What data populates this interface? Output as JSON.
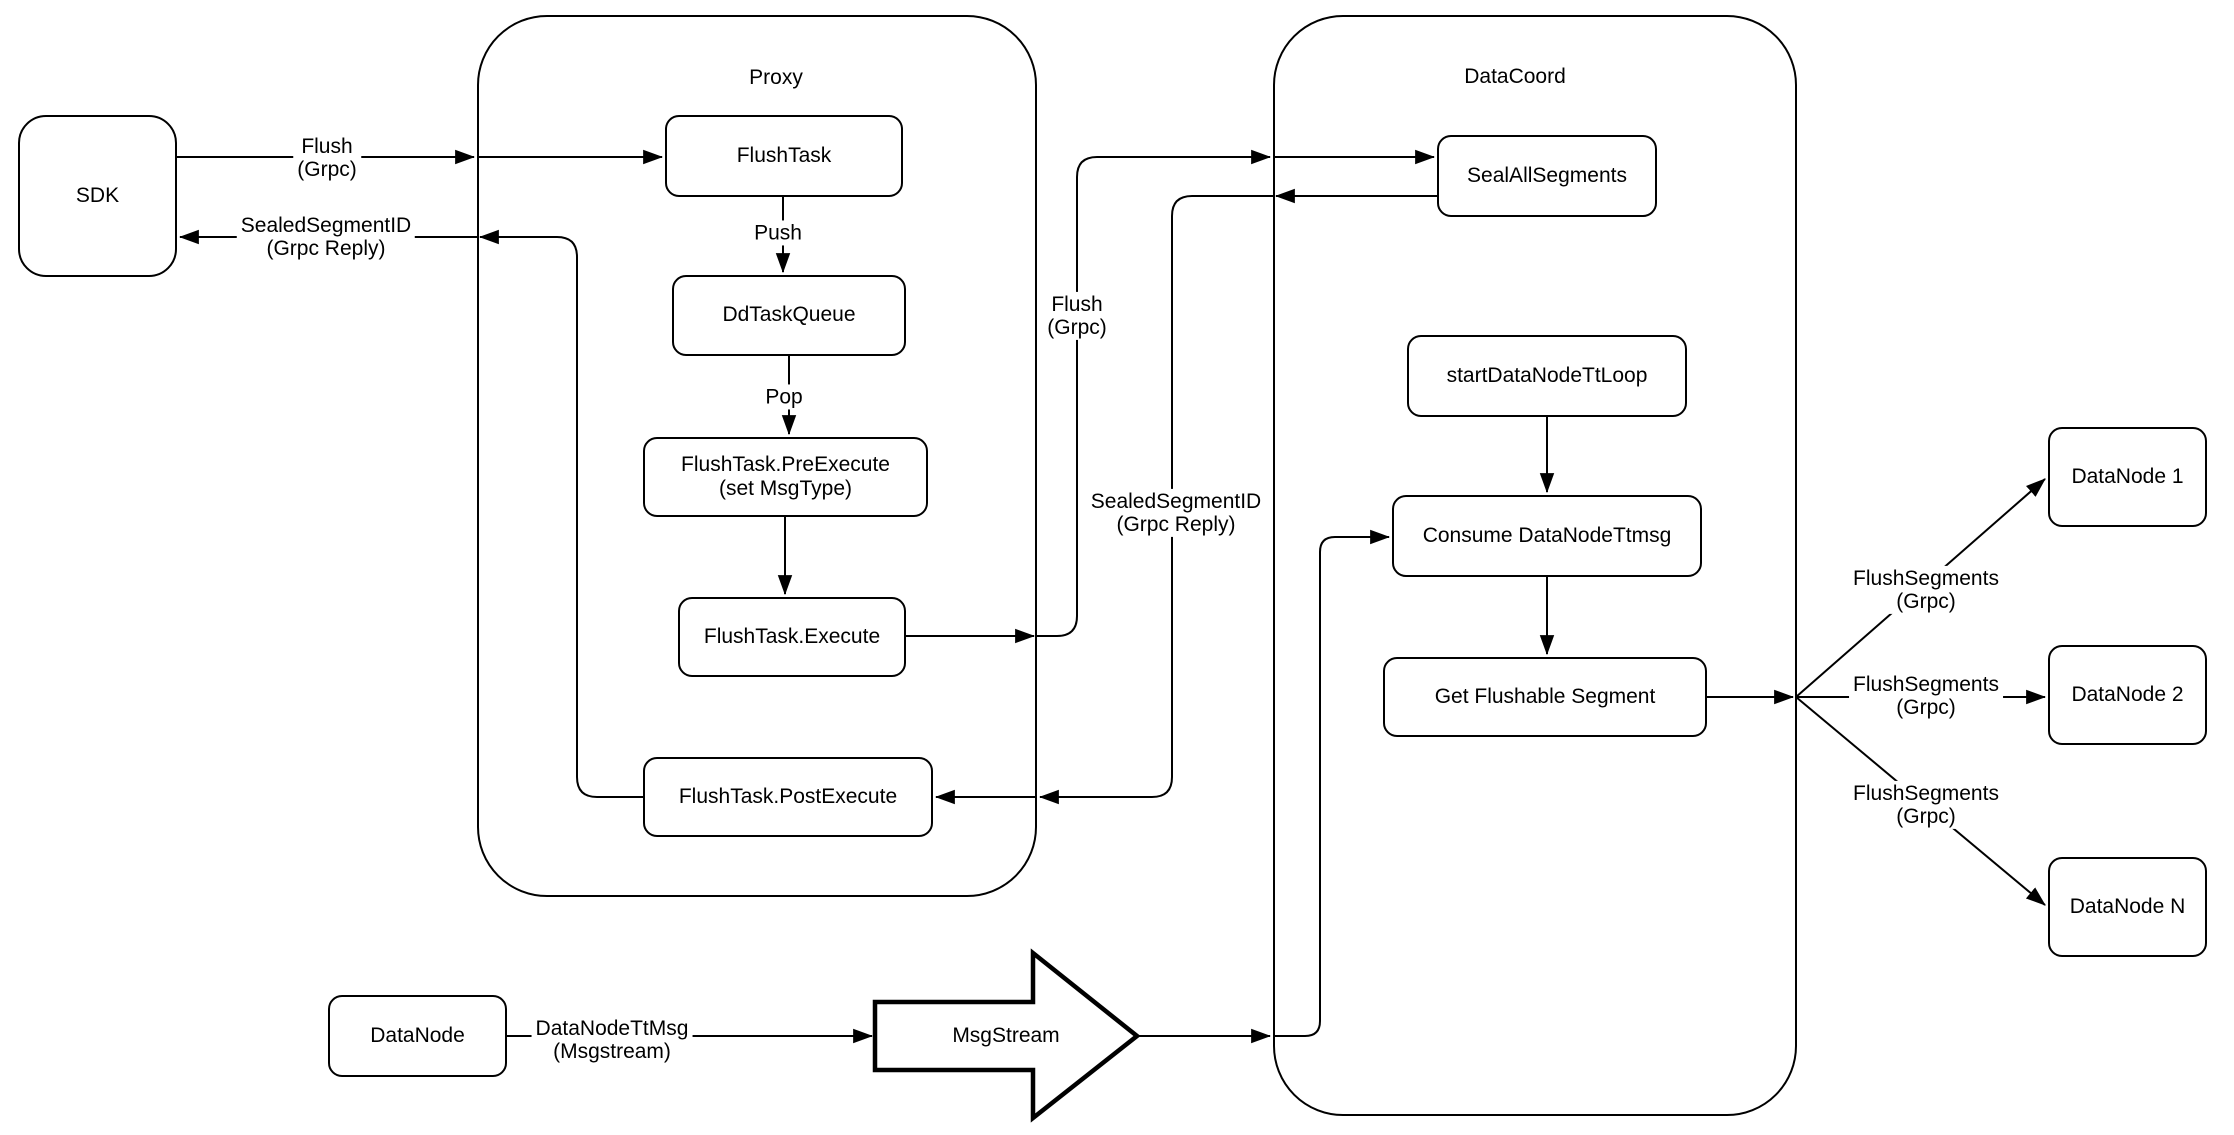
{
  "page": {
    "background_color": "#ffffff",
    "line_color": "#000000"
  },
  "containers": {
    "proxy": {
      "title": "Proxy"
    },
    "datacoord": {
      "title": "DataCoord"
    }
  },
  "nodes": {
    "sdk": {
      "label": "SDK"
    },
    "flush_task": {
      "label": "FlushTask"
    },
    "dd_task_queue": {
      "label": "DdTaskQueue"
    },
    "pre_execute": {
      "label": "FlushTask.PreExecute\n(set MsgType)"
    },
    "execute": {
      "label": "FlushTask.Execute"
    },
    "post_execute": {
      "label": "FlushTask.PostExecute"
    },
    "seal_all_segments": {
      "label": "SealAllSegments"
    },
    "start_datanode_tt_loop": {
      "label": "startDataNodeTtLoop"
    },
    "consume_datanode_ttmsg": {
      "label": "Consume DataNodeTtmsg"
    },
    "get_flushable_segment": {
      "label": "Get Flushable Segment"
    },
    "datanode_1": {
      "label": "DataNode 1"
    },
    "datanode_2": {
      "label": "DataNode 2"
    },
    "datanode_n": {
      "label": "DataNode N"
    },
    "datanode_source": {
      "label": "DataNode"
    },
    "msgstream": {
      "label": "MsgStream"
    }
  },
  "edge_labels": {
    "flush_grpc_sdk": {
      "text": "Flush\n(Grpc)"
    },
    "sealed_segment_id_sdk": {
      "text": "SealedSegmentID\n(Grpc Reply)"
    },
    "push": {
      "text": "Push"
    },
    "pop": {
      "text": "Pop"
    },
    "flush_grpc_mid": {
      "text": "Flush\n(Grpc)"
    },
    "sealed_segment_id_mid": {
      "text": "SealedSegmentID\n(Grpc Reply)"
    },
    "flush_segments_1": {
      "text": "FlushSegments\n(Grpc)"
    },
    "flush_segments_2": {
      "text": "FlushSegments\n(Grpc)"
    },
    "flush_segments_3": {
      "text": "FlushSegments\n(Grpc)"
    },
    "datanode_tt_msg": {
      "text": "DataNodeTtMsg\n(Msgstream)"
    }
  }
}
